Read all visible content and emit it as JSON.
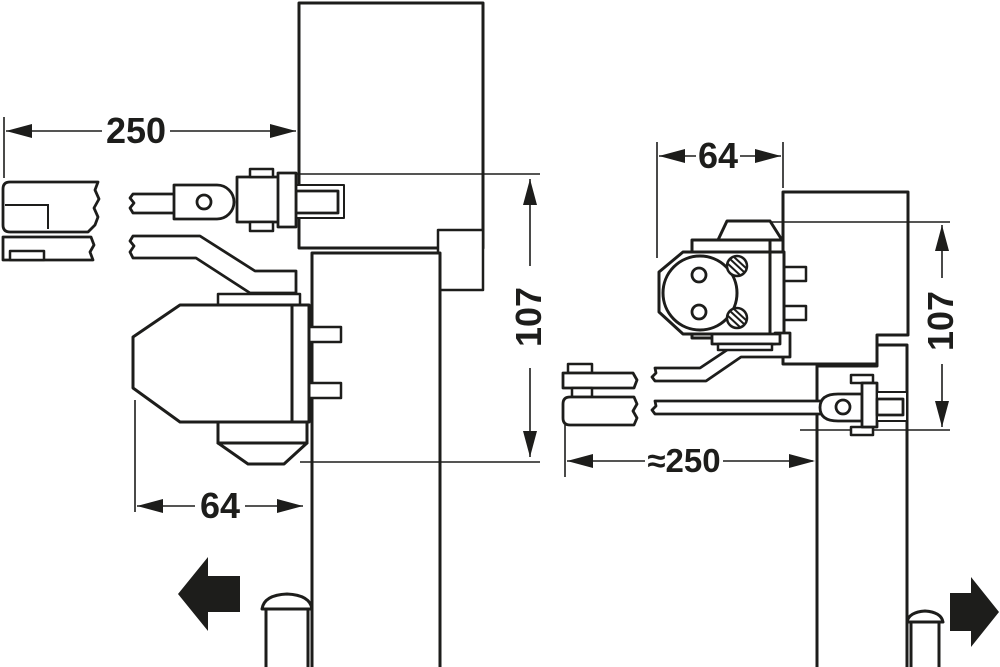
{
  "colors": {
    "ink": "#1d1d1b",
    "paper": "#ffffff"
  },
  "views": {
    "left": {
      "dim_arm_length": "250",
      "dim_height": "107",
      "dim_depth": "64",
      "direction_arrow": "left"
    },
    "right": {
      "dim_depth": "64",
      "dim_height": "107",
      "dim_arm_length": "≈250",
      "direction_arrow": "right"
    }
  }
}
